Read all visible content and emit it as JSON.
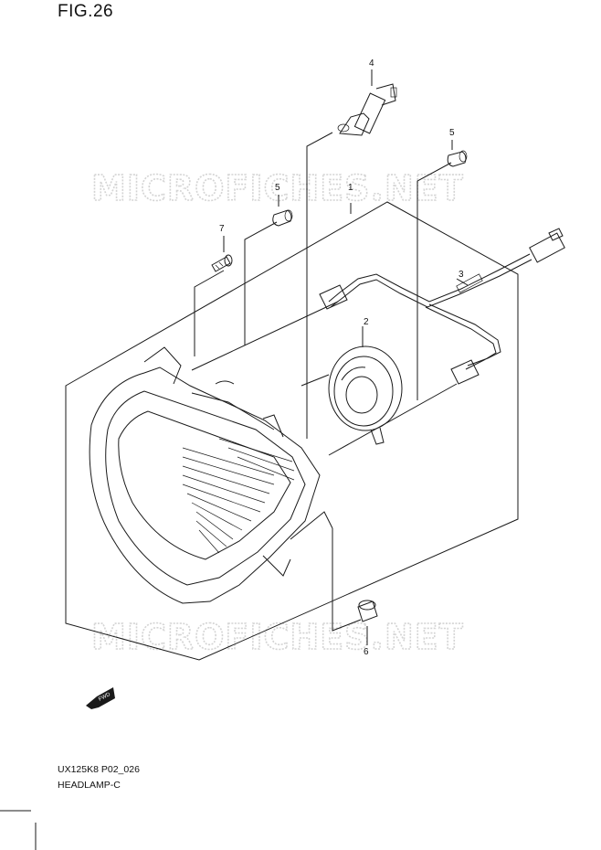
{
  "figure": {
    "title": "FIG.26"
  },
  "watermark": {
    "text": "MICROFICHES.NET"
  },
  "fwd_badge": {
    "text": "FWD"
  },
  "callouts": [
    "4",
    "5",
    "5",
    "1",
    "7",
    "3",
    "2",
    "6"
  ],
  "footer": {
    "code": "UX125K8 P02_026",
    "name": "HEADLAMP-C"
  },
  "colors": {
    "line": "#1a1a1a",
    "watermark": "#d4d4d4",
    "background": "#ffffff"
  }
}
